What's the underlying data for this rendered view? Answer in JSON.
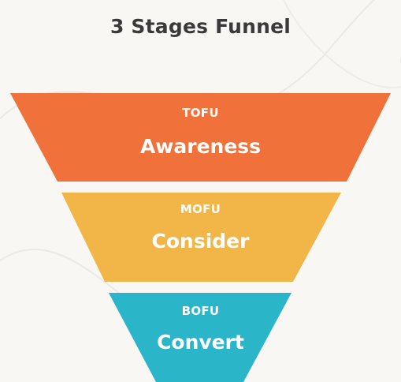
{
  "title": "3 Stages Funnel",
  "stages": [
    {
      "abbr": "TOFU",
      "name": "Awareness",
      "color": "#f0713a"
    },
    {
      "abbr": "MOFU",
      "name": "Consider",
      "color": "#f2b648"
    },
    {
      "abbr": "BOFU",
      "name": "Convert",
      "color": "#2bb5c9"
    }
  ]
}
